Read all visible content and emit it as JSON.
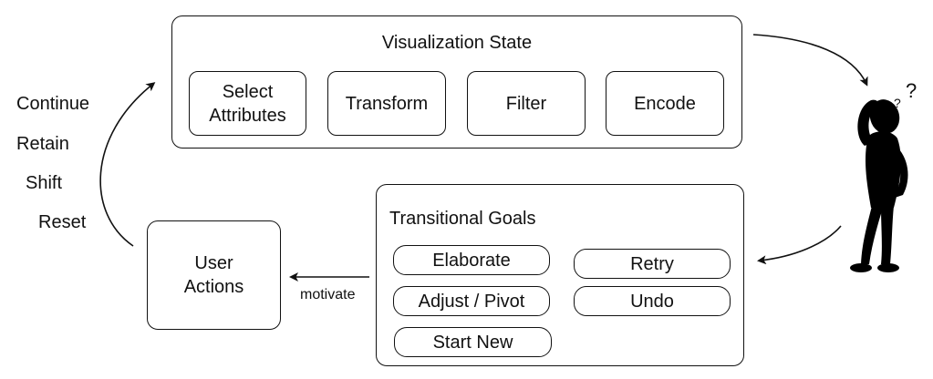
{
  "visualization_state": {
    "title": "Visualization State",
    "items": [
      {
        "line1": "Select",
        "line2": "Attributes"
      },
      {
        "line1": "Transform",
        "line2": ""
      },
      {
        "line1": "Filter",
        "line2": ""
      },
      {
        "line1": "Encode",
        "line2": ""
      }
    ]
  },
  "transitional_goals": {
    "title": "Transitional Goals",
    "left": [
      "Elaborate",
      "Adjust / Pivot",
      "Start New"
    ],
    "right": [
      "Retry",
      "Undo"
    ]
  },
  "user_actions": {
    "line1": "User",
    "line2": "Actions"
  },
  "edge_label": "motivate",
  "loop_labels": [
    "Continue",
    "Retain",
    "Shift",
    "Reset"
  ],
  "colors": {
    "stroke": "#111111",
    "figure": "#000000",
    "background": "#ffffff"
  },
  "icons": {
    "figure": "confused-person-icon"
  }
}
